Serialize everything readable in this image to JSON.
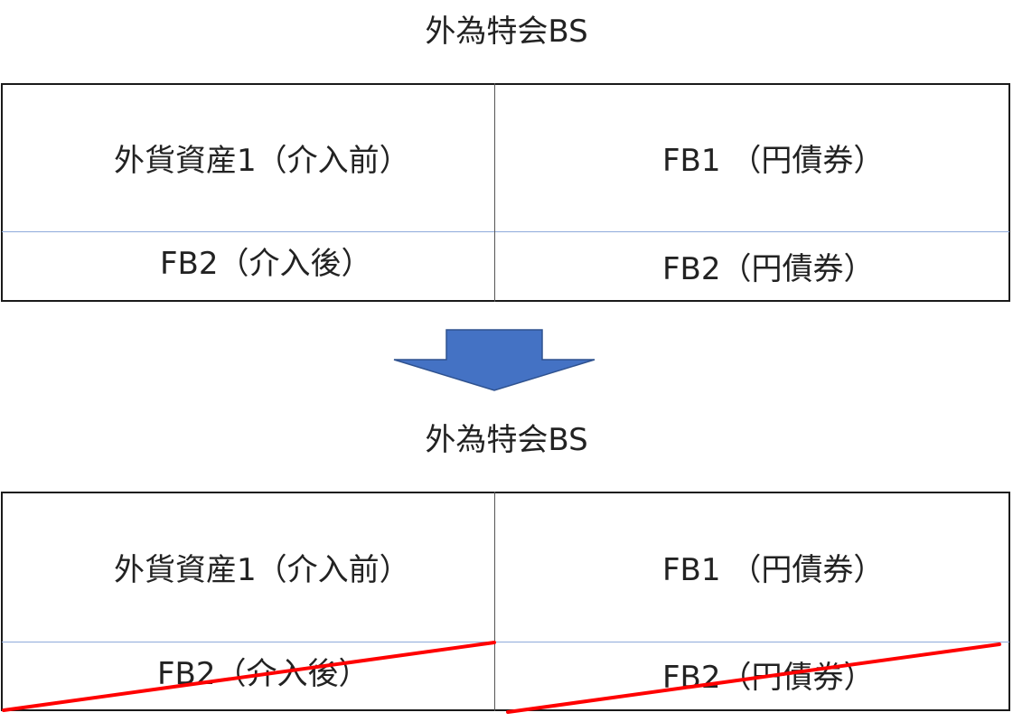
{
  "top": {
    "title": "外為特会BS",
    "assets": [
      "外貨資産1（介入前）",
      "FB2（介入後）"
    ],
    "liabilities": [
      "FB1 （円債券）",
      "FB2（円債券）"
    ]
  },
  "bottom": {
    "title": "外為特会BS",
    "assets": [
      "外貨資産1（介入前）",
      "FB2（介入後）"
    ],
    "liabilities": [
      "FB1 （円債券）",
      "FB2（円債券）"
    ],
    "struck_out": [
      "FB2（介入後）",
      "FB2（円債券）"
    ]
  },
  "colors": {
    "arrow_fill": "#4472c4",
    "arrow_stroke": "#2f528f",
    "strike_line": "#ff0000",
    "cell_divider": "#8eaadb"
  },
  "icons": {
    "transition": "down-arrow-icon"
  }
}
